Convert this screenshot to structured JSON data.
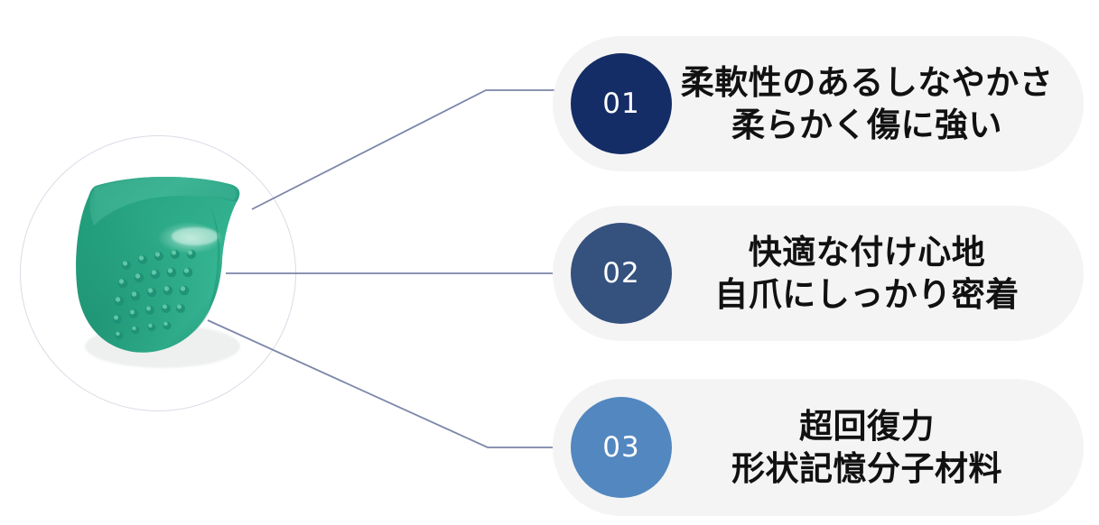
{
  "page": {
    "background": "#ffffff",
    "connector_color": "#7b85a8",
    "ring_color": "#ddd9e6"
  },
  "product": {
    "name": "nail-tip-product-photo",
    "description": "teal textured nail tip",
    "colors": {
      "base": "#2aa582",
      "dark": "#147f60",
      "light": "#49c2a0",
      "highlight": "#8fdcc4"
    }
  },
  "cards": [
    {
      "number": "01",
      "badge_color": "#152d66",
      "line1": "柔軟性のあるしなやかさ",
      "line2": "柔らかく傷に強い"
    },
    {
      "number": "02",
      "badge_color": "#35517e",
      "line1": "快適な付け心地",
      "line2": "自爪にしっかり密着"
    },
    {
      "number": "03",
      "badge_color": "#5287c0",
      "line1": "超回復力",
      "line2": "形状記憶分子材料"
    }
  ]
}
